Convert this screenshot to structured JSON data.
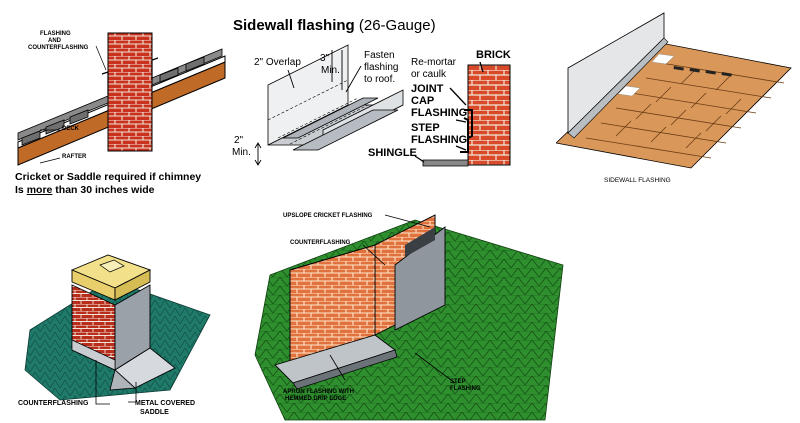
{
  "chimney_section": {
    "flashing_label_line1": "FLASHING",
    "flashing_label_line2": "AND",
    "flashing_label_line3": "COUNTERFLASHING",
    "deck_label": "DECK",
    "rafter_label": "RAFTER",
    "cricket_note_line1": "Cricket or Saddle required if chimney",
    "cricket_note_pre": "Is ",
    "cricket_note_emph": "more",
    "cricket_note_post": " than 30 inches wide"
  },
  "sidewall_diagram": {
    "title_bold": "Sidewall flashing",
    "title_rest": " (26-Gauge)",
    "overlap_label": "2\" Overlap",
    "min3_line1": "3\"",
    "min3_line2": "Min.",
    "fasten_line1": "Fasten",
    "fasten_line2": "flashing",
    "fasten_line3": "to roof.",
    "min2_line1": "2\"",
    "min2_line2": "Min.",
    "remortar_line1": "Re-mortar",
    "remortar_line2": "or caulk",
    "brick_label": "BRICK",
    "joint_line1": "JOINT",
    "joint_line2": "CAP",
    "joint_line3": "FLASHING",
    "step_line1": "STEP",
    "step_line2": "FLASHING",
    "shingle_label": "SHINGLE"
  },
  "sidewall_roof": {
    "caption": "SIDEWALL FLASHING"
  },
  "chimney_3d": {
    "counterflashing_label": "COUNTERFLASHING",
    "saddle_line1": "METAL COVERED",
    "saddle_line2": "SADDLE"
  },
  "corner_diagram": {
    "upslope_label": "UPSLOPE CRICKET FLASHING",
    "counterflashing_label": "COUNTERFLASHING",
    "apron_line1": "APRON FLASHING WITH",
    "apron_line2": "HEMMED DRIP EDGE",
    "step_line1": "STEP",
    "step_line2": "FLASHING"
  },
  "colors": {
    "brick": "#c8321e",
    "mortar": "#f2e6d8",
    "roof_green": "#2f8f2f",
    "roof_teal": "#1f7a6a",
    "shingle_tan": "#d9975a",
    "metal": "#c9cdd2"
  }
}
